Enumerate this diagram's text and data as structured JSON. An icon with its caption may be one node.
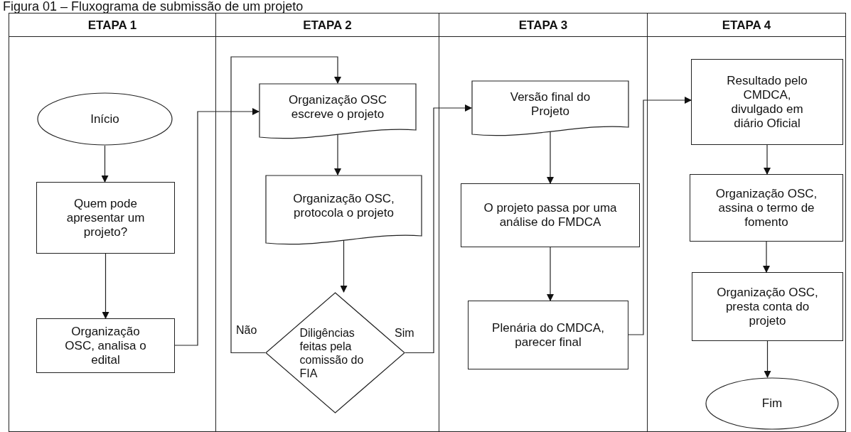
{
  "diagram": {
    "title": "Figura 01 – Fluxograma de submissão de um projeto",
    "nodes": [
      {
        "text": [
          "ETAPA 1"
        ]
      },
      {
        "text": [
          "ETAPA 2"
        ]
      },
      {
        "text": [
          "ETAPA 3"
        ]
      },
      {
        "text": [
          "ETAPA 4"
        ]
      },
      {
        "text": [
          "Início"
        ],
        "in": 0
      },
      {
        "text": [
          "Quem pode apresentar um projeto?"
        ],
        "in": 0
      },
      {
        "text": [
          "Organização OSC, analisa o edital"
        ],
        "in": 0
      },
      {
        "text": [
          "Organização OSC escreve o projeto"
        ],
        "in": 1
      },
      {
        "text": [
          "Organização OSC, protocola o projeto"
        ],
        "in": 1
      },
      {
        "text": [
          "Diligências feitas pela comissão do FIA"
        ],
        "in": 1
      },
      {
        "text": [
          "Versão final do Projeto"
        ],
        "in": 2
      },
      {
        "text": [
          "O projeto passa por uma análise do FMDCA"
        ],
        "in": 2
      },
      {
        "text": [
          "Plenária do CMDCA, parecer final"
        ],
        "in": 2
      },
      {
        "text": [
          "Resultado pelo CMDCA, divulgado em diário Oficial"
        ],
        "in": 3
      },
      {
        "text": [
          "Organização OSC, assina o termo de fomento"
        ],
        "in": 3
      },
      {
        "text": [
          "Organização OSC, presta conta do projeto"
        ],
        "in": 3
      },
      {
        "text": [
          "Fim"
        ],
        "in": 3
      }
    ],
    "edges": [
      {
        "from": 4,
        "to": 5,
        "arrow": "to"
      },
      {
        "from": 5,
        "to": 6,
        "arrow": "to"
      },
      {
        "from": 6,
        "to": 7,
        "arrow": "to"
      },
      {
        "from": 7,
        "to": 8,
        "arrow": "to"
      },
      {
        "from": 8,
        "to": 9,
        "arrow": "to"
      },
      {
        "from": 9,
        "to": 7,
        "arrow": "to",
        "label": "Não"
      },
      {
        "from": 9,
        "to": 10,
        "arrow": "to",
        "label": "Sim"
      },
      {
        "from": 10,
        "to": 11,
        "arrow": "to"
      },
      {
        "from": 11,
        "to": 12,
        "arrow": "to"
      },
      {
        "from": 12,
        "to": 13,
        "arrow": "to"
      },
      {
        "from": 13,
        "to": 14,
        "arrow": "to"
      },
      {
        "from": 14,
        "to": 15,
        "arrow": "to"
      },
      {
        "from": 15,
        "to": 16,
        "arrow": "to"
      }
    ]
  }
}
